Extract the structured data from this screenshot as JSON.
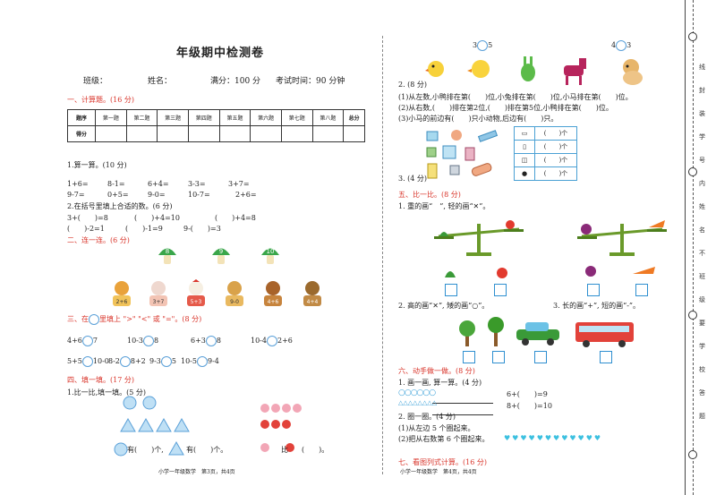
{
  "header": {
    "title": "年级期中检测卷",
    "class_label": "班级：",
    "name_label": "姓名：",
    "score_label": "满分：100 分",
    "time_label": "考试时间：90 分钟"
  },
  "section1": {
    "heading": "一、计算题。(16 分)"
  },
  "score_table": {
    "row1": [
      "题序",
      "第一题",
      "第二题",
      "第三题",
      "第四题",
      "第五题",
      "第六题",
      "第七题",
      "第八题",
      "总分"
    ],
    "row2_label": "得分"
  },
  "calc": {
    "q1": "1.算一算。(10 分)",
    "line1": [
      "1+6=",
      "8-1=",
      "6+4=",
      "3-3=",
      "3+7="
    ],
    "line2": [
      "9-7=",
      "0+5=",
      "9-0=",
      "10-7=",
      "2+6="
    ],
    "q2": "2.在括号里填上合适的数。(6 分)",
    "line3": [
      "3+(　　)=8",
      "(　　)+4=10",
      "(　　)+4=8"
    ],
    "line4": [
      "(　　)-2=1",
      "(　　)-1=9",
      "9-(　　)=3"
    ]
  },
  "section2": {
    "heading": "二、连一连。(6 分)"
  },
  "mushrooms": [
    "8",
    "9",
    "10"
  ],
  "animals": [
    "2+6",
    "3+7",
    "5+3",
    "9-0",
    "4+6",
    "4+4"
  ],
  "section3": {
    "heading_a": "三、在",
    "heading_b": "里填上 \">\" \"<\" 或 \"=\"。(8 分)",
    "row1": [
      "4+6",
      "7",
      "10-3",
      "8",
      "6+3",
      "8",
      "10-4",
      "2+6"
    ],
    "row2": [
      "5+5",
      "10-0",
      "8-2",
      "8+2",
      "9-3",
      "5",
      "10-5",
      "9-4"
    ]
  },
  "section4": {
    "heading": "四、填一填。(17 分)",
    "q1": "1.比一比,填一填。(5 分)",
    "blank1_a": "有(　　)个,",
    "blank1_b": "有(　　)个。",
    "blank2_a": "比",
    "blank2_b": "(　　)。"
  },
  "footer_left": "小学一年级数学　第3页，共4页",
  "footer_right": "小学一年级数学　第4页，共4页",
  "right": {
    "top_compare": [
      "3",
      "5",
      "4",
      "3"
    ],
    "q2": "2. (8 分)",
    "q2_l1": "(1)从左数,小鸭排在第(　　)位,小兔排在第(　　)位,小马排在第(　　)位。",
    "q2_l2": "(2)从右数,(　　)排在第2位,(　　)排在第5位,小鸭排在第(　　)位。",
    "q2_l3": "(3)小马的前边有(　　)只小动物,后边有(　　)只。",
    "q3": "3. (4 分)",
    "count_rows": [
      "(　　)个",
      "(　　)个",
      "(　　)个",
      "(　　)个"
    ],
    "section5": "五、比一比。(8 分)",
    "s5_q1": "1. 重的画“　”, 轻的画“✕”。",
    "s5_q2": "2. 高的画“✕”, 矮的画“○”。",
    "s5_q3": "3. 长的画“+”, 短的画“-”。",
    "section6": "六、动手做一做。(8 分)",
    "s6_q1": "1. 画一画, 算一算。(4 分)",
    "s6_eq1": "6+(　　)=9",
    "s6_eq2": "8+(　　)=10",
    "s6_q2": "2. 圈一圈。(4 分)",
    "s6_l1": "(1)从左边 5 个圈起来。",
    "s6_l2": "(2)把从右数第 6 个圈起来。",
    "section7": "七、看图列式计算。(16 分)"
  },
  "side_labels": [
    "线",
    "封",
    "装",
    "学",
    "号",
    "内",
    "姓",
    "名",
    "不",
    "班",
    "级",
    "要",
    "学",
    "校",
    "答",
    "题"
  ],
  "colors": {
    "accent": "#d9352b",
    "blue": "#2e8fd0"
  }
}
